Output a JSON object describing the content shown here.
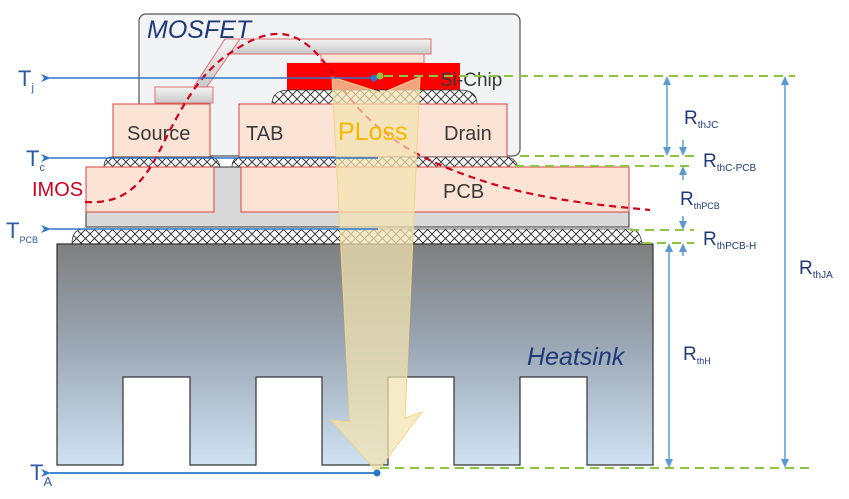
{
  "title": "MOSFET thermal resistance path",
  "package": {
    "label": "MOSFET",
    "chip_label": "Si-Chip",
    "source_label": "Source",
    "tab_label": "TAB",
    "drain_label": "Drain"
  },
  "pcb_label": "PCB",
  "heatsink_label": "Heatsink",
  "power_loss_label": "PLoss",
  "current_label": "IMOS",
  "temperatures": [
    {
      "id": "tj",
      "main": "T",
      "sub": "j"
    },
    {
      "id": "tc",
      "main": "T",
      "sub": "c"
    },
    {
      "id": "tpcb",
      "main": "T",
      "sub": "PCB"
    },
    {
      "id": "ta",
      "main": "T",
      "sub": "A"
    }
  ],
  "resistances": [
    {
      "id": "rthjc",
      "main": "R",
      "sub": "thJC"
    },
    {
      "id": "rthcpcb",
      "main": "R",
      "sub": "thC-PCB"
    },
    {
      "id": "rthpcb",
      "main": "R",
      "sub": "thPCB"
    },
    {
      "id": "rthpcbh",
      "main": "R",
      "sub": "thPCB-H"
    },
    {
      "id": "rthh",
      "main": "R",
      "sub": "thH"
    },
    {
      "id": "rthja",
      "main": "R",
      "sub": "thJA"
    }
  ],
  "colors": {
    "copper": "#fbe3d6",
    "copper_border": "#d94040",
    "chip": "#ff0000",
    "temp_line": "#2e75c6",
    "level_line": "#8cc63f",
    "dim_arrow": "#5b9bd5",
    "current_curve": "#d0021b",
    "ploss_arrow": "#f3e3b0",
    "ploss_text": "#f5b800",
    "package_bg": "#f1f3f5",
    "heatsink_top": "#7f7f7f",
    "heatsink_bottom": "#cfe2f3"
  }
}
